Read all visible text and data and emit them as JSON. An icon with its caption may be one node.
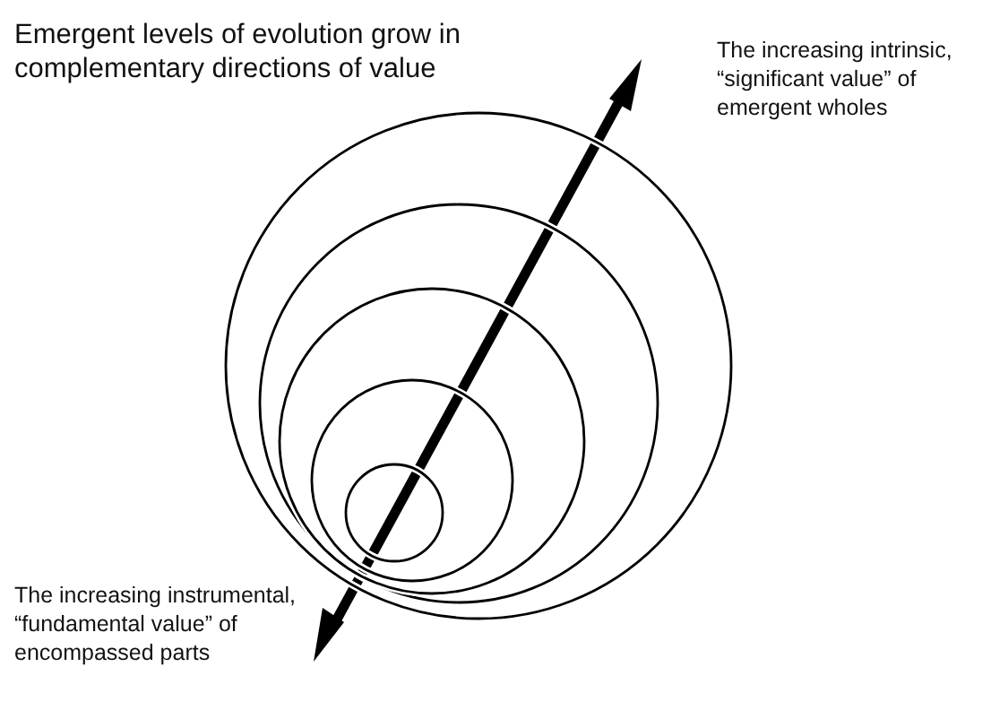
{
  "diagram": {
    "title": "Emergent levels of evolution grow in complementary directions of value",
    "labels": [
      "The increasing intrinsic, “significant value” of emergent wholes",
      "The increasing instrumental, “fundamental value” of encompassed parts"
    ]
  }
}
